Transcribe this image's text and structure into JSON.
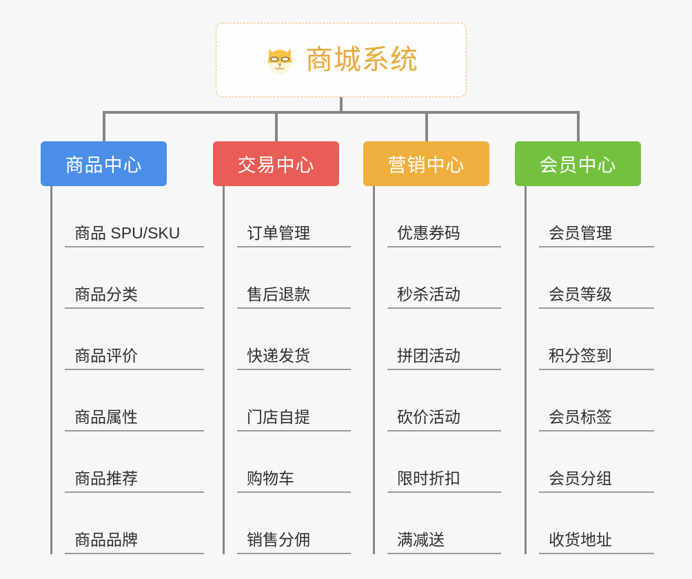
{
  "root": {
    "title": "商城系统",
    "emoji_icon": "shiba-dog-icon",
    "border_color": "#e9b864",
    "title_color": "#e8a93a"
  },
  "connector_color": "#868686",
  "background_color": "#f7f7f7",
  "branches": [
    {
      "label": "商品中心",
      "color": "#4a8ee8",
      "items": [
        "商品 SPU/SKU",
        "商品分类",
        "商品评价",
        "商品属性",
        "商品推荐",
        "商品品牌"
      ]
    },
    {
      "label": "交易中心",
      "color": "#e85d56",
      "items": [
        "订单管理",
        "售后退款",
        "快递发货",
        "门店自提",
        "购物车",
        "销售分佣"
      ]
    },
    {
      "label": "营销中心",
      "color": "#eeaf3f",
      "items": [
        "优惠券码",
        "秒杀活动",
        "拼团活动",
        "砍价活动",
        "限时折扣",
        "满减送"
      ]
    },
    {
      "label": "会员中心",
      "color": "#73c13f",
      "items": [
        "会员管理",
        "会员等级",
        "积分签到",
        "会员标签",
        "会员分组",
        "收货地址"
      ]
    }
  ]
}
